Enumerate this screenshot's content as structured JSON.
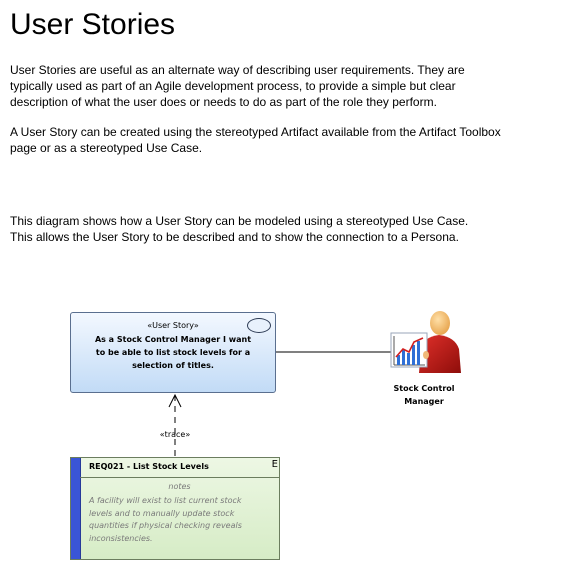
{
  "page": {
    "title": "User Stories",
    "paragraph1": [
      "User Stories are useful as an alternate way of describing user requirements.  They are",
      "typically used as part of an Agile development process, to provide a simple but clear",
      "description of what the user does or needs to do as part of the role they perform."
    ],
    "paragraph2": [
      "A User Story can be created using the stereotyped Artifact available from the Artifact Toolbox",
      "page or as a stereotyped Use Case."
    ],
    "paragraph3": [
      "This diagram shows how a User Story can be modeled using a stereotyped Use Case.",
      "This allows the User Story to be described and to show the connection to a Persona."
    ]
  },
  "diagram": {
    "user_story": {
      "stereotype": "«User Story»",
      "text_lines": [
        "As a Stock Control Manager I want",
        "to be able to list stock levels for a",
        "selection of titles."
      ],
      "fill_color": "#c2dbf6"
    },
    "actor": {
      "label_lines": [
        "Stock Control",
        "Manager"
      ],
      "icon": "persona-chart-icon"
    },
    "trace": {
      "label": "«trace»"
    },
    "requirement": {
      "title": "REQ021 - List Stock Levels",
      "marker": "E",
      "notes_title": "notes",
      "notes_lines": [
        "A facility will exist to list current stock",
        "levels and to manually update stock",
        "quantities if physical checking reveals",
        "inconsistencies."
      ],
      "fill_color": "#d6ecc6",
      "stripe_color": "#3a55d6"
    }
  }
}
